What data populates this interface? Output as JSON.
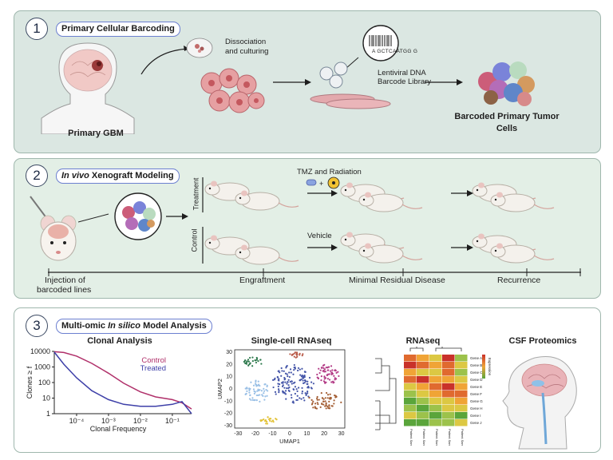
{
  "panel1": {
    "number": "1",
    "title": "Primary Cellular Barcoding",
    "gbm_label": "Primary GBM",
    "dissociation_label_1": "Dissociation",
    "dissociation_label_2": "and culturing",
    "barcode_text": "A GCTCAATGG G",
    "library_label_1": "Lentiviral DNA",
    "library_label_2": "Barcode Library",
    "result_label_1": "Barcoded Primary Tumor",
    "result_label_2": "Cells"
  },
  "panel2": {
    "number": "2",
    "title_italic": "In vivo",
    "title_rest": " Xenograft Modeling",
    "treatment_row": "Treatment",
    "control_row": "Control",
    "treatment_agent": "TMZ and Radiation",
    "vehicle_agent": "Vehicle",
    "timeline": [
      "Injection of",
      "barcoded lines",
      "Engraftment",
      "Minimal Residual Disease",
      "Recurrence"
    ]
  },
  "panel3": {
    "number": "3",
    "title_a": "Multi-omic ",
    "title_italic": "In silico",
    "title_b": " Model Analysis",
    "clonal_title": "Clonal Analysis",
    "scrna_title": "Single-cell RNAseq",
    "rnaseq_title": "RNAseq",
    "csf_title": "CSF Proteomics",
    "umap_xlabel": "UMAP1",
    "umap_ylabel": "UMAP2",
    "umap_xticks": [
      "-30",
      "-20",
      "-10",
      "0",
      "10",
      "20",
      "30"
    ],
    "umap_yticks": [
      "30",
      "20",
      "10",
      "0",
      "-10",
      "-20",
      "-30"
    ],
    "genes": [
      "Gene A",
      "Gene B",
      "Gene C",
      "Gene D",
      "Gene E",
      "Gene F",
      "Gene G",
      "Gene H",
      "Gene I",
      "Gene J"
    ],
    "heatmap_legend": "Expression",
    "sample_labels": [
      "Patient Sample",
      "Patient Sample",
      "Patient Sample",
      "Patient Sample",
      "Patient Sample"
    ]
  },
  "chart_data": {
    "type": "line",
    "title": "Clonal Analysis",
    "xlabel": "Clonal Frequency",
    "ylabel": "Clones ≥ f",
    "xscale": "log",
    "yscale": "log",
    "xlim": [
      2e-05,
      0.4
    ],
    "ylim": [
      1,
      10000
    ],
    "xticks": [
      "10⁻⁴",
      "10⁻³",
      "10⁻²",
      "10⁻¹"
    ],
    "yticks": [
      "10000",
      "1000",
      "100",
      "10",
      "1"
    ],
    "series": [
      {
        "name": "Control",
        "color": "#b0306a",
        "x": [
          2e-05,
          4e-05,
          0.0001,
          0.0003,
          0.001,
          0.003,
          0.01,
          0.03,
          0.1,
          0.2,
          0.4
        ],
        "y": [
          9500,
          8500,
          5000,
          1700,
          400,
          90,
          25,
          12,
          8,
          5,
          2
        ]
      },
      {
        "name": "Treated",
        "color": "#3d3fa8",
        "x": [
          2e-05,
          4e-05,
          0.0001,
          0.0003,
          0.001,
          0.003,
          0.01,
          0.03,
          0.1,
          0.2,
          0.4
        ],
        "y": [
          9000,
          1500,
          200,
          30,
          8,
          4,
          3,
          3,
          4,
          6,
          1
        ]
      }
    ]
  },
  "colors": {
    "panel1_bg": "#dbe7e2",
    "panel2_bg": "#e3efe6",
    "pill_border": "#6c7fd0",
    "control": "#b0306a",
    "treated": "#3d3fa8"
  }
}
